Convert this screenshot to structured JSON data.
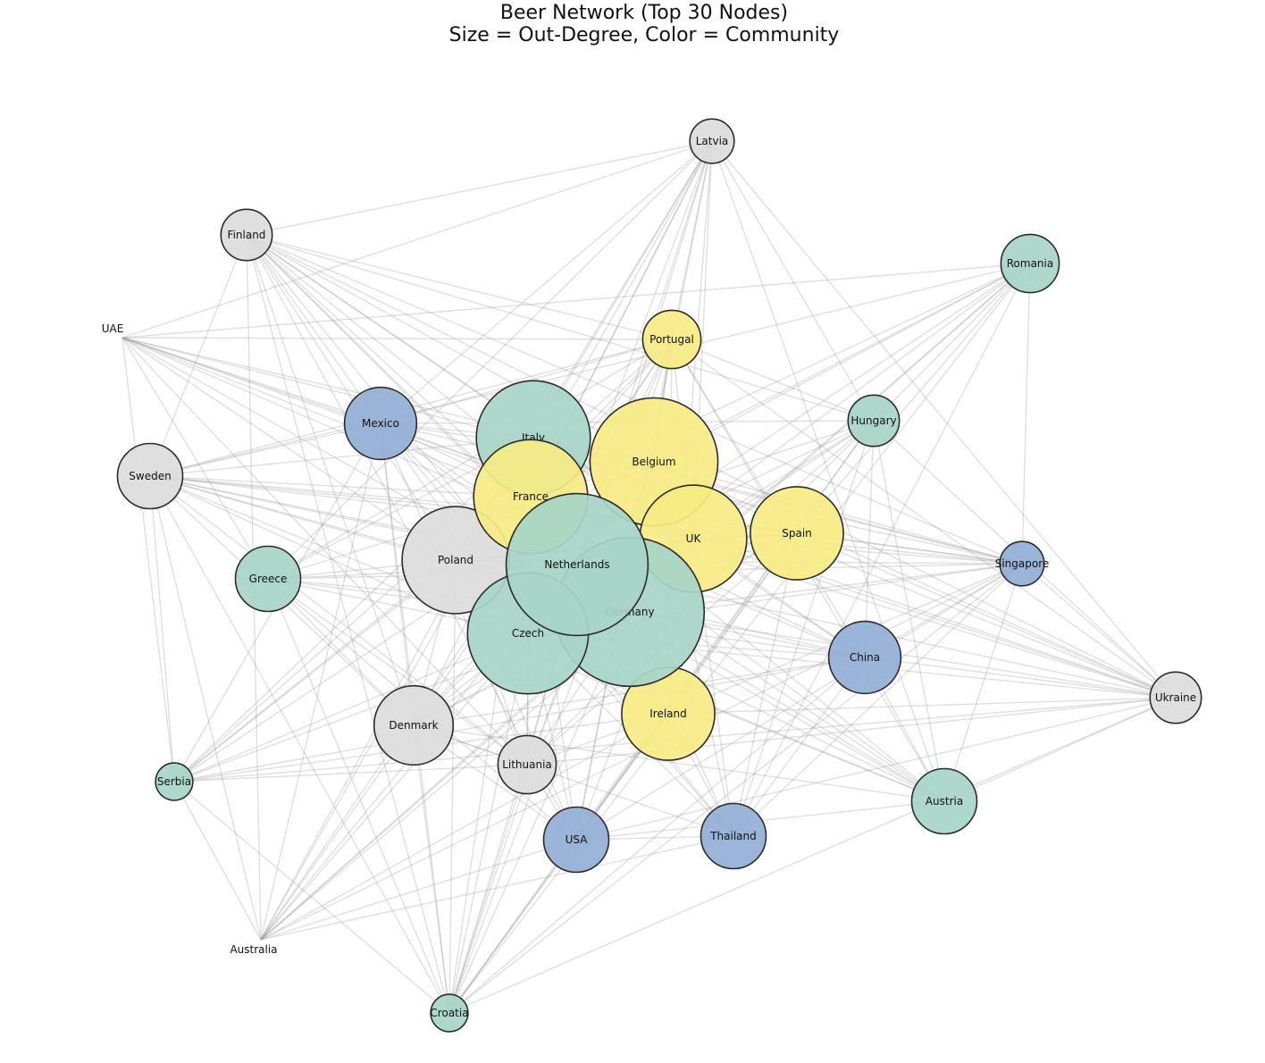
{
  "title": {
    "line1": "Beer Network (Top 30 Nodes)",
    "line2": "Size = Out-Degree, Color = Community"
  },
  "community_colors": {
    "yellow": "#f6ec82",
    "teal": "#a7d5c8",
    "grey": "#dcdcdc",
    "blue": "#93afd5"
  },
  "edge_color": "#9a9a9a",
  "nodes": [
    {
      "id": "Latvia",
      "community": "grey",
      "out_degree": 2
    },
    {
      "id": "Finland",
      "community": "grey",
      "out_degree": 3
    },
    {
      "id": "Romania",
      "community": "teal",
      "out_degree": 4
    },
    {
      "id": "UAE",
      "community": "grey",
      "out_degree": 0
    },
    {
      "id": "Portugal",
      "community": "yellow",
      "out_degree": 4
    },
    {
      "id": "Mexico",
      "community": "blue",
      "out_degree": 6
    },
    {
      "id": "Italy",
      "community": "teal",
      "out_degree": 12
    },
    {
      "id": "Hungary",
      "community": "teal",
      "out_degree": 3
    },
    {
      "id": "Belgium",
      "community": "yellow",
      "out_degree": 14
    },
    {
      "id": "Sweden",
      "community": "grey",
      "out_degree": 5
    },
    {
      "id": "France",
      "community": "yellow",
      "out_degree": 12
    },
    {
      "id": "UK",
      "community": "yellow",
      "out_degree": 11
    },
    {
      "id": "Spain",
      "community": "yellow",
      "out_degree": 9
    },
    {
      "id": "Singapore",
      "community": "blue",
      "out_degree": 2
    },
    {
      "id": "Poland",
      "community": "grey",
      "out_degree": 11
    },
    {
      "id": "Netherlands",
      "community": "teal",
      "out_degree": 16
    },
    {
      "id": "Greece",
      "community": "teal",
      "out_degree": 5
    },
    {
      "id": "Germany",
      "community": "teal",
      "out_degree": 17
    },
    {
      "id": "Czech",
      "community": "teal",
      "out_degree": 13
    },
    {
      "id": "China",
      "community": "blue",
      "out_degree": 6
    },
    {
      "id": "Ukraine",
      "community": "grey",
      "out_degree": 3
    },
    {
      "id": "Ireland",
      "community": "yellow",
      "out_degree": 9
    },
    {
      "id": "Denmark",
      "community": "grey",
      "out_degree": 7
    },
    {
      "id": "Lithuania",
      "community": "grey",
      "out_degree": 4
    },
    {
      "id": "Serbia",
      "community": "teal",
      "out_degree": 1
    },
    {
      "id": "Austria",
      "community": "teal",
      "out_degree": 5
    },
    {
      "id": "USA",
      "community": "blue",
      "out_degree": 5
    },
    {
      "id": "Thailand",
      "community": "blue",
      "out_degree": 5
    },
    {
      "id": "Australia",
      "community": "grey",
      "out_degree": 0
    },
    {
      "id": "Croatia",
      "community": "teal",
      "out_degree": 1
    }
  ]
}
